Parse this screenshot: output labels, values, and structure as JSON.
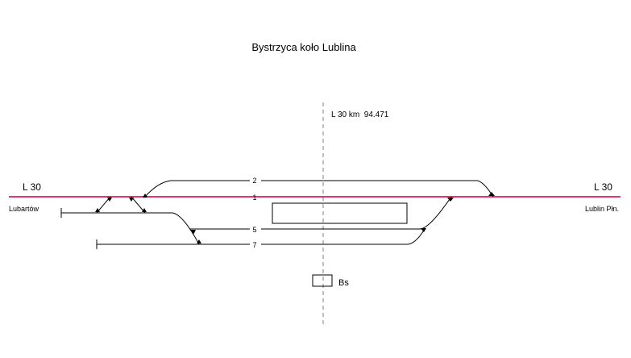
{
  "title": "Bystrzyca koło Lublina",
  "axis_label": "L 30 km  94.471",
  "line_left": "L 30",
  "line_right": "L 30",
  "dest_left": "Lubartów",
  "dest_right": "Lublin Płn.",
  "track_labels": [
    "2",
    "1",
    "5",
    "7"
  ],
  "building_label": "Bs",
  "colors": {
    "main_line": "#e8336f",
    "track": "#000000",
    "axis": "#808080"
  }
}
